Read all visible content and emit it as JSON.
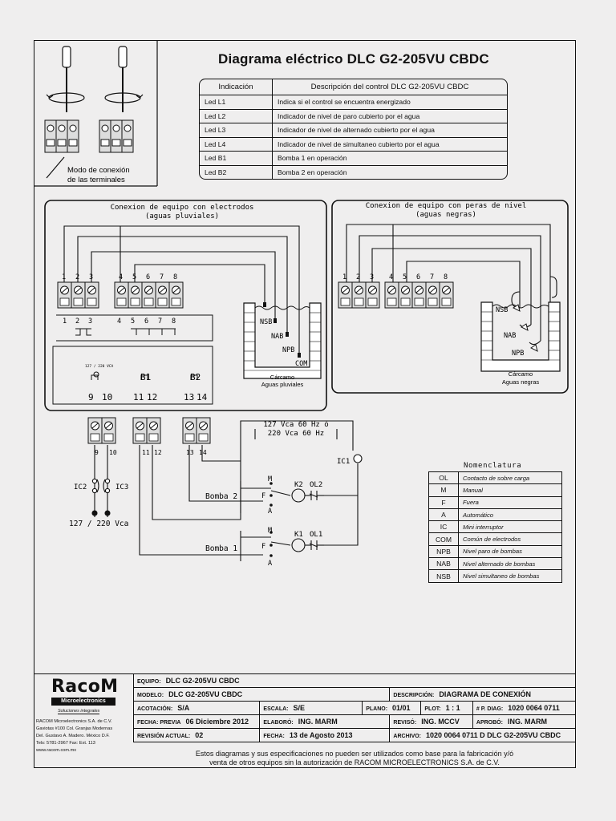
{
  "title": "Diagrama eléctrico DLC G2-205VU CBDC",
  "terminal_mode_label": [
    "Modo de conexión",
    "de las terminales"
  ],
  "led_table": {
    "headers": [
      "Indicación",
      "Descripción del control DLC G2-205VU CBDC"
    ],
    "rows": [
      [
        "Led L1",
        "Indica si el control se encuentra energizado"
      ],
      [
        "Led L2",
        "Indicador de nivel de paro cubierto por el agua"
      ],
      [
        "Led L3",
        "Indicador de nivel de alternado cubierto por el agua"
      ],
      [
        "Led L4",
        "Indicador de nivel de simultaneo cubierto por el agua"
      ],
      [
        "Led B1",
        "Bomba 1 en operación"
      ],
      [
        "Led B2",
        "Bomba 2 en operación"
      ]
    ]
  },
  "left_panel": {
    "title": [
      "Conexion de equipo con electrodos",
      "(aguas pluviales)"
    ],
    "terminal_numbers": [
      "1",
      "2",
      "3",
      "4",
      "5",
      "6",
      "7",
      "8"
    ],
    "electrodes": [
      "NSB",
      "NAB",
      "NPB",
      "COM"
    ],
    "pit_label": [
      "Cárcamo",
      "Aguas pluviales"
    ],
    "supply_label": "127 / 220 VCA",
    "b1": "B1",
    "b2": "B2",
    "bottom_terminals": [
      "9",
      "10",
      "11",
      "12",
      "13",
      "14"
    ]
  },
  "right_panel": {
    "title": [
      "Conexion de equipo con peras de nivel",
      "(aguas negras)"
    ],
    "terminal_numbers": [
      "1",
      "2",
      "3",
      "4",
      "5",
      "6",
      "7",
      "8"
    ],
    "floats": [
      "NSB",
      "NAB",
      "NPB"
    ],
    "pit_label": [
      "Cárcamo",
      "Aguas negras"
    ]
  },
  "wiring": {
    "supply": [
      "127 Vca 60 Hz ó",
      "220 Vca 60 Hz"
    ],
    "terminal_labels": [
      "9",
      "10",
      "11",
      "12",
      "13",
      "14"
    ],
    "ic_labels": [
      "IC2",
      "IC3",
      "IC1"
    ],
    "supply_bottom": "127 / 220 Vca",
    "bomba2": "Bomba 2",
    "bomba1": "Bomba 1",
    "k2": "K2",
    "ol2": "OL2",
    "k1": "K1",
    "ol1": "OL1",
    "switch_labels": [
      "M",
      "F",
      "A"
    ]
  },
  "nomenclature": {
    "title": "Nomenclatura",
    "rows": [
      [
        "OL",
        "Contacto de sobre carga"
      ],
      [
        "M",
        "Manual"
      ],
      [
        "F",
        "Fuera"
      ],
      [
        "A",
        "Automático"
      ],
      [
        "IC",
        "Mini interruptor"
      ],
      [
        "COM",
        "Común de electrodos"
      ],
      [
        "NPB",
        "Nivel paro de bombas"
      ],
      [
        "NAB",
        "Nivel alternado de bombas"
      ],
      [
        "NSB",
        "Nivel simultaneo de bombas"
      ]
    ]
  },
  "company": {
    "name": "RacoM",
    "sub": "Microelectronics",
    "slogan": "Soluciones integrales",
    "address": [
      "RACOM Microelectronics S.A. de C.V.",
      "Gaviotas #100 Col. Granjas Modernas",
      "Del. Gustavo A. Madero. México D.F.",
      "Tels: 5781-2967  Fax: Ext. 113",
      "www.racom.com.mx"
    ]
  },
  "title_block": {
    "equipo_label": "EQUIPO:",
    "equipo": "DLC G2-205VU CBDC",
    "modelo_label": "MODELO:",
    "modelo": "DLC G2-205VU CBDC",
    "descripcion_label": "DESCRIPCIÓN:",
    "descripcion": "DIAGRAMA DE CONEXIÓN",
    "acotacion_label": "ACOTACIÓN:",
    "acotacion": "S/A",
    "escala_label": "ESCALA:",
    "escala": "S/E",
    "plano_label": "PLANO:",
    "plano": "01/01",
    "plot_label": "PLOT:",
    "plot": "1 : 1",
    "pdiag_label": "# P. DIAG:",
    "pdiag": "1020 0064 0711",
    "fecha_previa_label": "FECHA: PREVIA",
    "fecha_previa": "06 Diciembre 2012",
    "elaboro_label": "ELABORÓ:",
    "elaboro": "ING. MARM",
    "reviso_label": "REVISÓ:",
    "reviso": "ING. MCCV",
    "aprobo_label": "APROBÓ:",
    "aprobo": "ING. MARM",
    "revision_label": "REVISIÓN ACTUAL:",
    "revision": "02",
    "fecha_label": "FECHA:",
    "fecha": "13 de Agosto 2013",
    "archivo_label": "ARCHIVO:",
    "archivo": "1020 0064 0711 D DLC G2-205VU CBDC"
  },
  "disclaimer": [
    "Estos diagramas y sus especificaciones no pueden ser utilizados como base para la fabricación y/ó",
    "venta de otros equipos sin la autorización de RACOM MICROELECTRONICS S.A. de C.V."
  ]
}
